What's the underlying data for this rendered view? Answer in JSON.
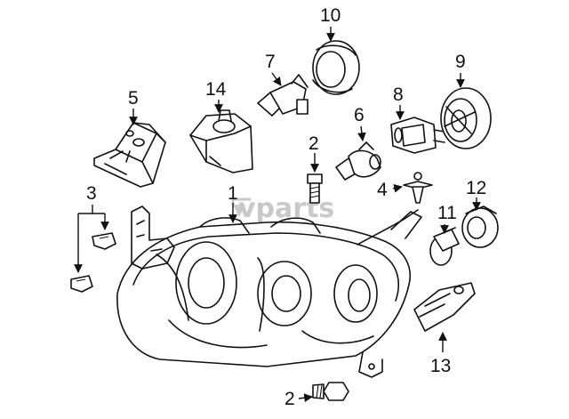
{
  "watermark": "vparts",
  "callouts": {
    "headlamp_assembly": "1",
    "bolt_upper": "2",
    "bolt_lower": "2",
    "clips": "3",
    "push_pin": "4",
    "bracket": "5",
    "bulb_socket": "6",
    "bulb": "7",
    "socket_turn": "8",
    "cap_right": "9",
    "cap_top": "10",
    "side_bulb": "11",
    "side_socket": "12",
    "lower_bracket": "13",
    "rear_cover": "14"
  }
}
